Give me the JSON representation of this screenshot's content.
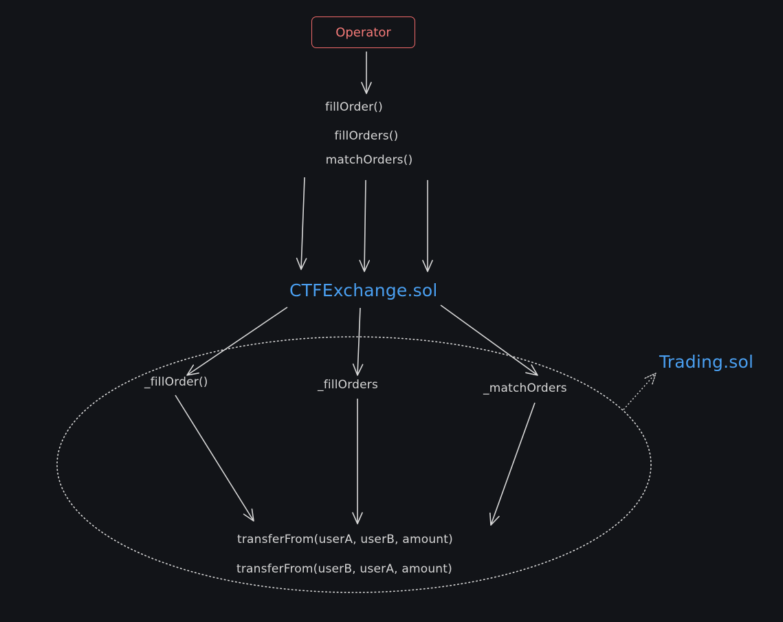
{
  "operator": {
    "label": "Operator"
  },
  "entry_functions": [
    "fillOrder()",
    "fillOrders()",
    "matchOrders()"
  ],
  "contract": {
    "label": "CTFExchange.sol"
  },
  "module": {
    "label": "Trading.sol"
  },
  "internal_functions": [
    "_fillOrder()",
    "_fillOrders",
    "_matchOrders"
  ],
  "transfers": [
    "transferFrom(userA, userB, amount)",
    "transferFrom(userB, userA, amount)"
  ],
  "colors": {
    "background": "#121418",
    "operator": "#f06a6a",
    "contract": "#4a9ff0",
    "text": "#d6d6d6",
    "arrow": "#d8d8d8"
  }
}
